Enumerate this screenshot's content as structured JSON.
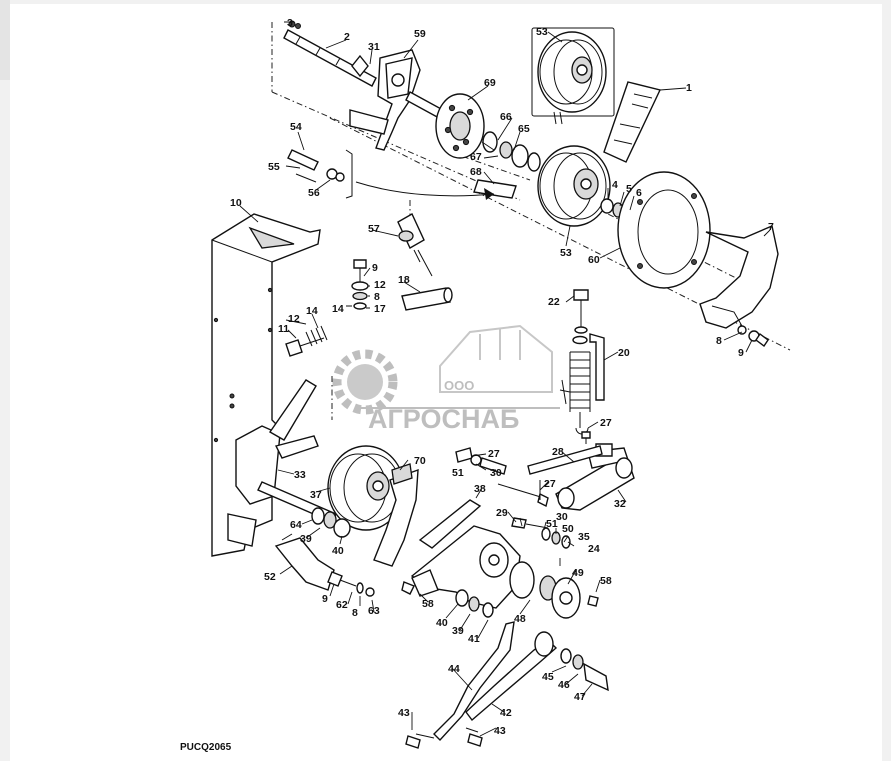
{
  "diagram": {
    "drawing_code": "PUCQ2065",
    "watermark": {
      "company_prefix": "ООО",
      "company_name": "АГРОСНАБ"
    },
    "callouts": {
      "c1": "1",
      "c2": "2",
      "c3": "3",
      "c4": "4",
      "c5": "5",
      "c6": "6",
      "c7": "7",
      "c8a": "8",
      "c8b": "8",
      "c8c": "8",
      "c9a": "9",
      "c9b": "9",
      "c9c": "9",
      "c10": "10",
      "c11": "11",
      "c12a": "12",
      "c12b": "12",
      "c14a": "14",
      "c14b": "14",
      "c17": "17",
      "c18": "18",
      "c20": "20",
      "c22": "22",
      "c24": "24",
      "c27a": "27",
      "c27b": "27",
      "c27c": "27",
      "c28": "28",
      "c29": "29",
      "c30a": "30",
      "c30b": "30",
      "c31": "31",
      "c32": "32",
      "c33": "33",
      "c35": "35",
      "c37": "37",
      "c38": "38",
      "c39a": "39",
      "c39b": "39",
      "c40a": "40",
      "c40b": "40",
      "c41": "41",
      "c42": "42",
      "c43a": "43",
      "c43b": "43",
      "c44": "44",
      "c45": "45",
      "c46": "46",
      "c47": "47",
      "c48": "48",
      "c49": "49",
      "c50": "50",
      "c51a": "51",
      "c51b": "51",
      "c52": "52",
      "c53a": "53",
      "c53b": "53",
      "c54": "54",
      "c55": "55",
      "c56": "56",
      "c57": "57",
      "c58a": "58",
      "c58b": "58",
      "c59": "59",
      "c60": "60",
      "c62": "62",
      "c63": "63",
      "c64": "64",
      "c65": "65",
      "c66": "66",
      "c67": "67",
      "c68": "68",
      "c69": "69",
      "c70": "70"
    }
  }
}
